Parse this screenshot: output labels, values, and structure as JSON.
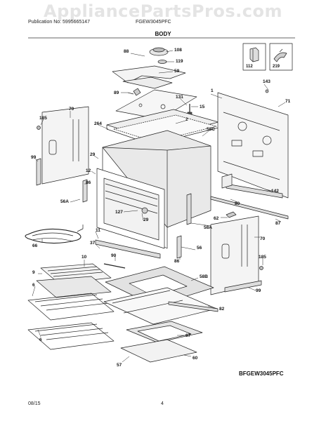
{
  "watermark": "AppliancePartsPros.com",
  "header": {
    "publication": "Publication No: 5995665147",
    "model": "FGEW3045PFC"
  },
  "section_title": "BODY",
  "model_code": "BFGEW3045PFC",
  "footer": {
    "date": "08/15",
    "page": "4"
  },
  "insets": [
    {
      "label": "112"
    },
    {
      "label": "219"
    }
  ],
  "callouts": [
    {
      "id": "c88",
      "label": "88"
    },
    {
      "id": "c108",
      "label": "108"
    },
    {
      "id": "c119",
      "label": "119"
    },
    {
      "id": "c59",
      "label": "59"
    },
    {
      "id": "c89",
      "label": "89"
    },
    {
      "id": "c131",
      "label": "131"
    },
    {
      "id": "c15",
      "label": "15"
    },
    {
      "id": "c1",
      "label": "1"
    },
    {
      "id": "c143",
      "label": "143"
    },
    {
      "id": "c71",
      "label": "71"
    },
    {
      "id": "c185a",
      "label": "185"
    },
    {
      "id": "c70a",
      "label": "70"
    },
    {
      "id": "c264",
      "label": "264"
    },
    {
      "id": "c2",
      "label": "2"
    },
    {
      "id": "c58C",
      "label": "58C"
    },
    {
      "id": "c99a",
      "label": "99"
    },
    {
      "id": "c29a",
      "label": "29"
    },
    {
      "id": "c12",
      "label": "12"
    },
    {
      "id": "c86a",
      "label": "86"
    },
    {
      "id": "c56A",
      "label": "56A"
    },
    {
      "id": "c127",
      "label": "127"
    },
    {
      "id": "c29b",
      "label": "29"
    },
    {
      "id": "c142",
      "label": "142"
    },
    {
      "id": "c80",
      "label": "80"
    },
    {
      "id": "c62",
      "label": "62"
    },
    {
      "id": "c87",
      "label": "87"
    },
    {
      "id": "c58A",
      "label": "58A"
    },
    {
      "id": "c11",
      "label": "11"
    },
    {
      "id": "c70b",
      "label": "70"
    },
    {
      "id": "c66",
      "label": "66"
    },
    {
      "id": "c37",
      "label": "37"
    },
    {
      "id": "c90",
      "label": "90"
    },
    {
      "id": "c56",
      "label": "56"
    },
    {
      "id": "c86b",
      "label": "86"
    },
    {
      "id": "c185b",
      "label": "185"
    },
    {
      "id": "c9",
      "label": "9"
    },
    {
      "id": "c10",
      "label": "10"
    },
    {
      "id": "c58B",
      "label": "58B"
    },
    {
      "id": "c6a",
      "label": "6"
    },
    {
      "id": "c99b",
      "label": "99"
    },
    {
      "id": "c82",
      "label": "82"
    },
    {
      "id": "c6b",
      "label": "6"
    },
    {
      "id": "c67",
      "label": "67"
    },
    {
      "id": "c57",
      "label": "57"
    },
    {
      "id": "c60",
      "label": "60"
    }
  ]
}
